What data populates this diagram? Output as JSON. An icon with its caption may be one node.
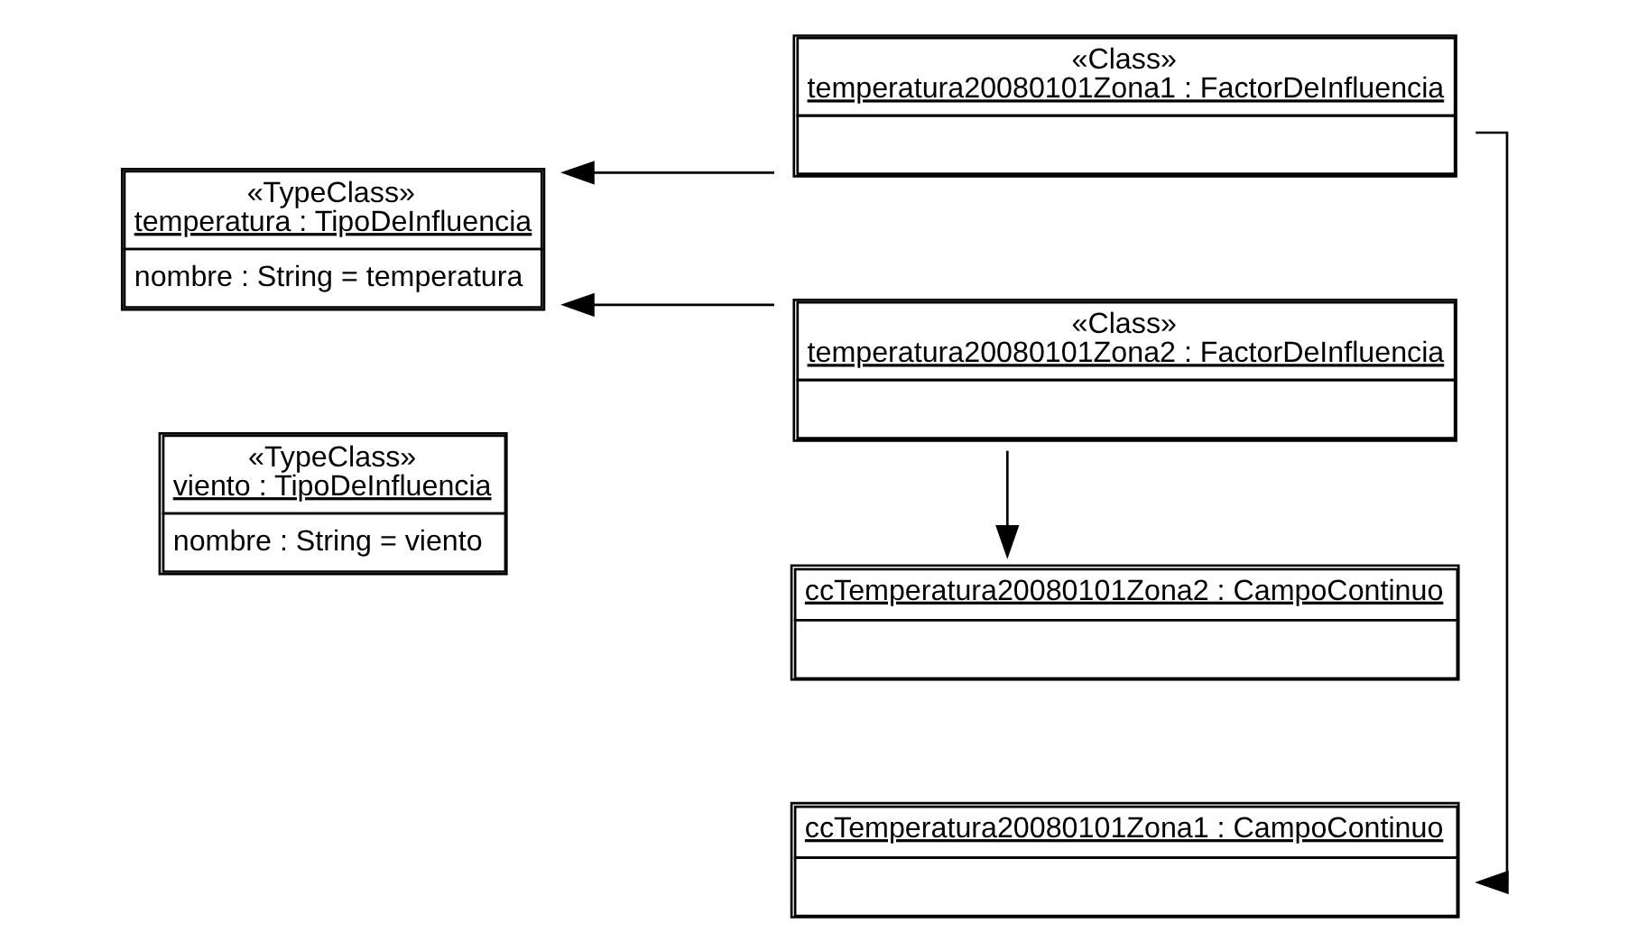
{
  "diagram": {
    "nodes": [
      {
        "text": [
          "ccTemperatura20080101Zona1 : CampoContinuo"
        ]
      },
      {
        "text": [
          "«TypeClass»",
          "temperatura : TipoDeInfluencia",
          "nombre : String = temperatura"
        ]
      },
      {
        "text": [
          "«Class»",
          "temperatura20080101Zona1 : FactorDeInfluencia"
        ]
      },
      {
        "text": [
          "«Class»",
          "temperatura20080101Zona2 : FactorDeInfluencia"
        ]
      },
      {
        "text": [
          "«TypeClass»",
          "viento : TipoDeInfluencia",
          "nombre : String = viento"
        ]
      },
      {
        "text": [
          "ccTemperatura20080101Zona2 : CampoContinuo"
        ]
      }
    ],
    "edges": [
      {
        "from": 2,
        "to": 0,
        "arrow": "to"
      },
      {
        "from": 2,
        "to": 1,
        "arrow": "to"
      },
      {
        "from": 3,
        "to": 1,
        "arrow": "to"
      },
      {
        "from": 3,
        "to": 5,
        "arrow": "to"
      }
    ]
  }
}
